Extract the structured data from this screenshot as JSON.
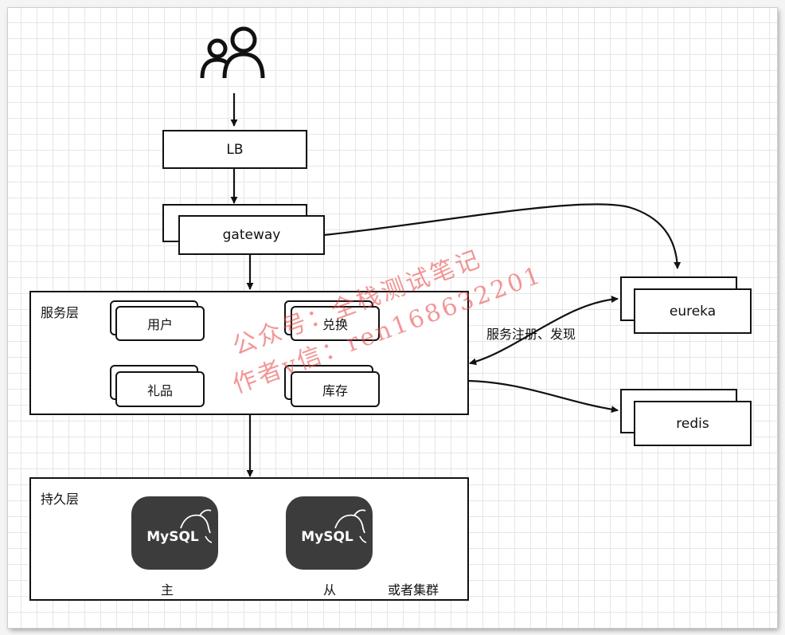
{
  "nodes": {
    "lb": "LB",
    "gateway": "gateway",
    "service_layer": "服务层",
    "user": "用户",
    "exchange": "兑换",
    "gift": "礼品",
    "inventory": "库存",
    "eureka": "eureka",
    "redis": "redis",
    "persistence_layer": "持久层",
    "mysql_logo": "MySQL"
  },
  "labels": {
    "registry_edge": "服务注册、发现",
    "master": "主",
    "slave": "从",
    "cluster": "或者集群"
  },
  "watermark": {
    "line1": "公众号：全栈测试笔记",
    "line2": "作者v信：ren168632201"
  },
  "icons": {
    "actor": "users-icon",
    "database": "mysql-logo-icon"
  },
  "colors": {
    "stroke": "#111111",
    "logo_bg": "#3c3c3c",
    "watermark": "#e84040",
    "grid": "#e6e6e6"
  }
}
